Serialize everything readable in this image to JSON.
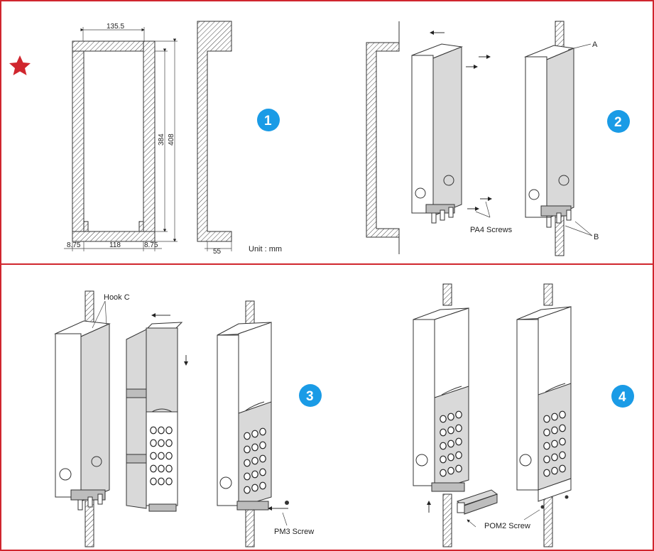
{
  "accent_color": "#d0262e",
  "step_badge_color": "#1a9be6",
  "icons": {
    "corner_mark": "star-icon"
  },
  "step1": {
    "badge": "1",
    "dim_top": "135.5",
    "dim_height_inner": "384",
    "dim_height_outer": "408",
    "dim_left": "8.75",
    "dim_bottom": "118",
    "dim_right": "8.75",
    "dim_depth": "55",
    "unit": "Unit : mm"
  },
  "step2": {
    "badge": "2",
    "label_screws": "PA4 Screws",
    "label_a": "A",
    "label_b": "B"
  },
  "step3": {
    "badge": "3",
    "label_hook": "Hook C",
    "label_screw": "PM3 Screw"
  },
  "step4": {
    "badge": "4",
    "label_screw": "POM2 Screw"
  }
}
